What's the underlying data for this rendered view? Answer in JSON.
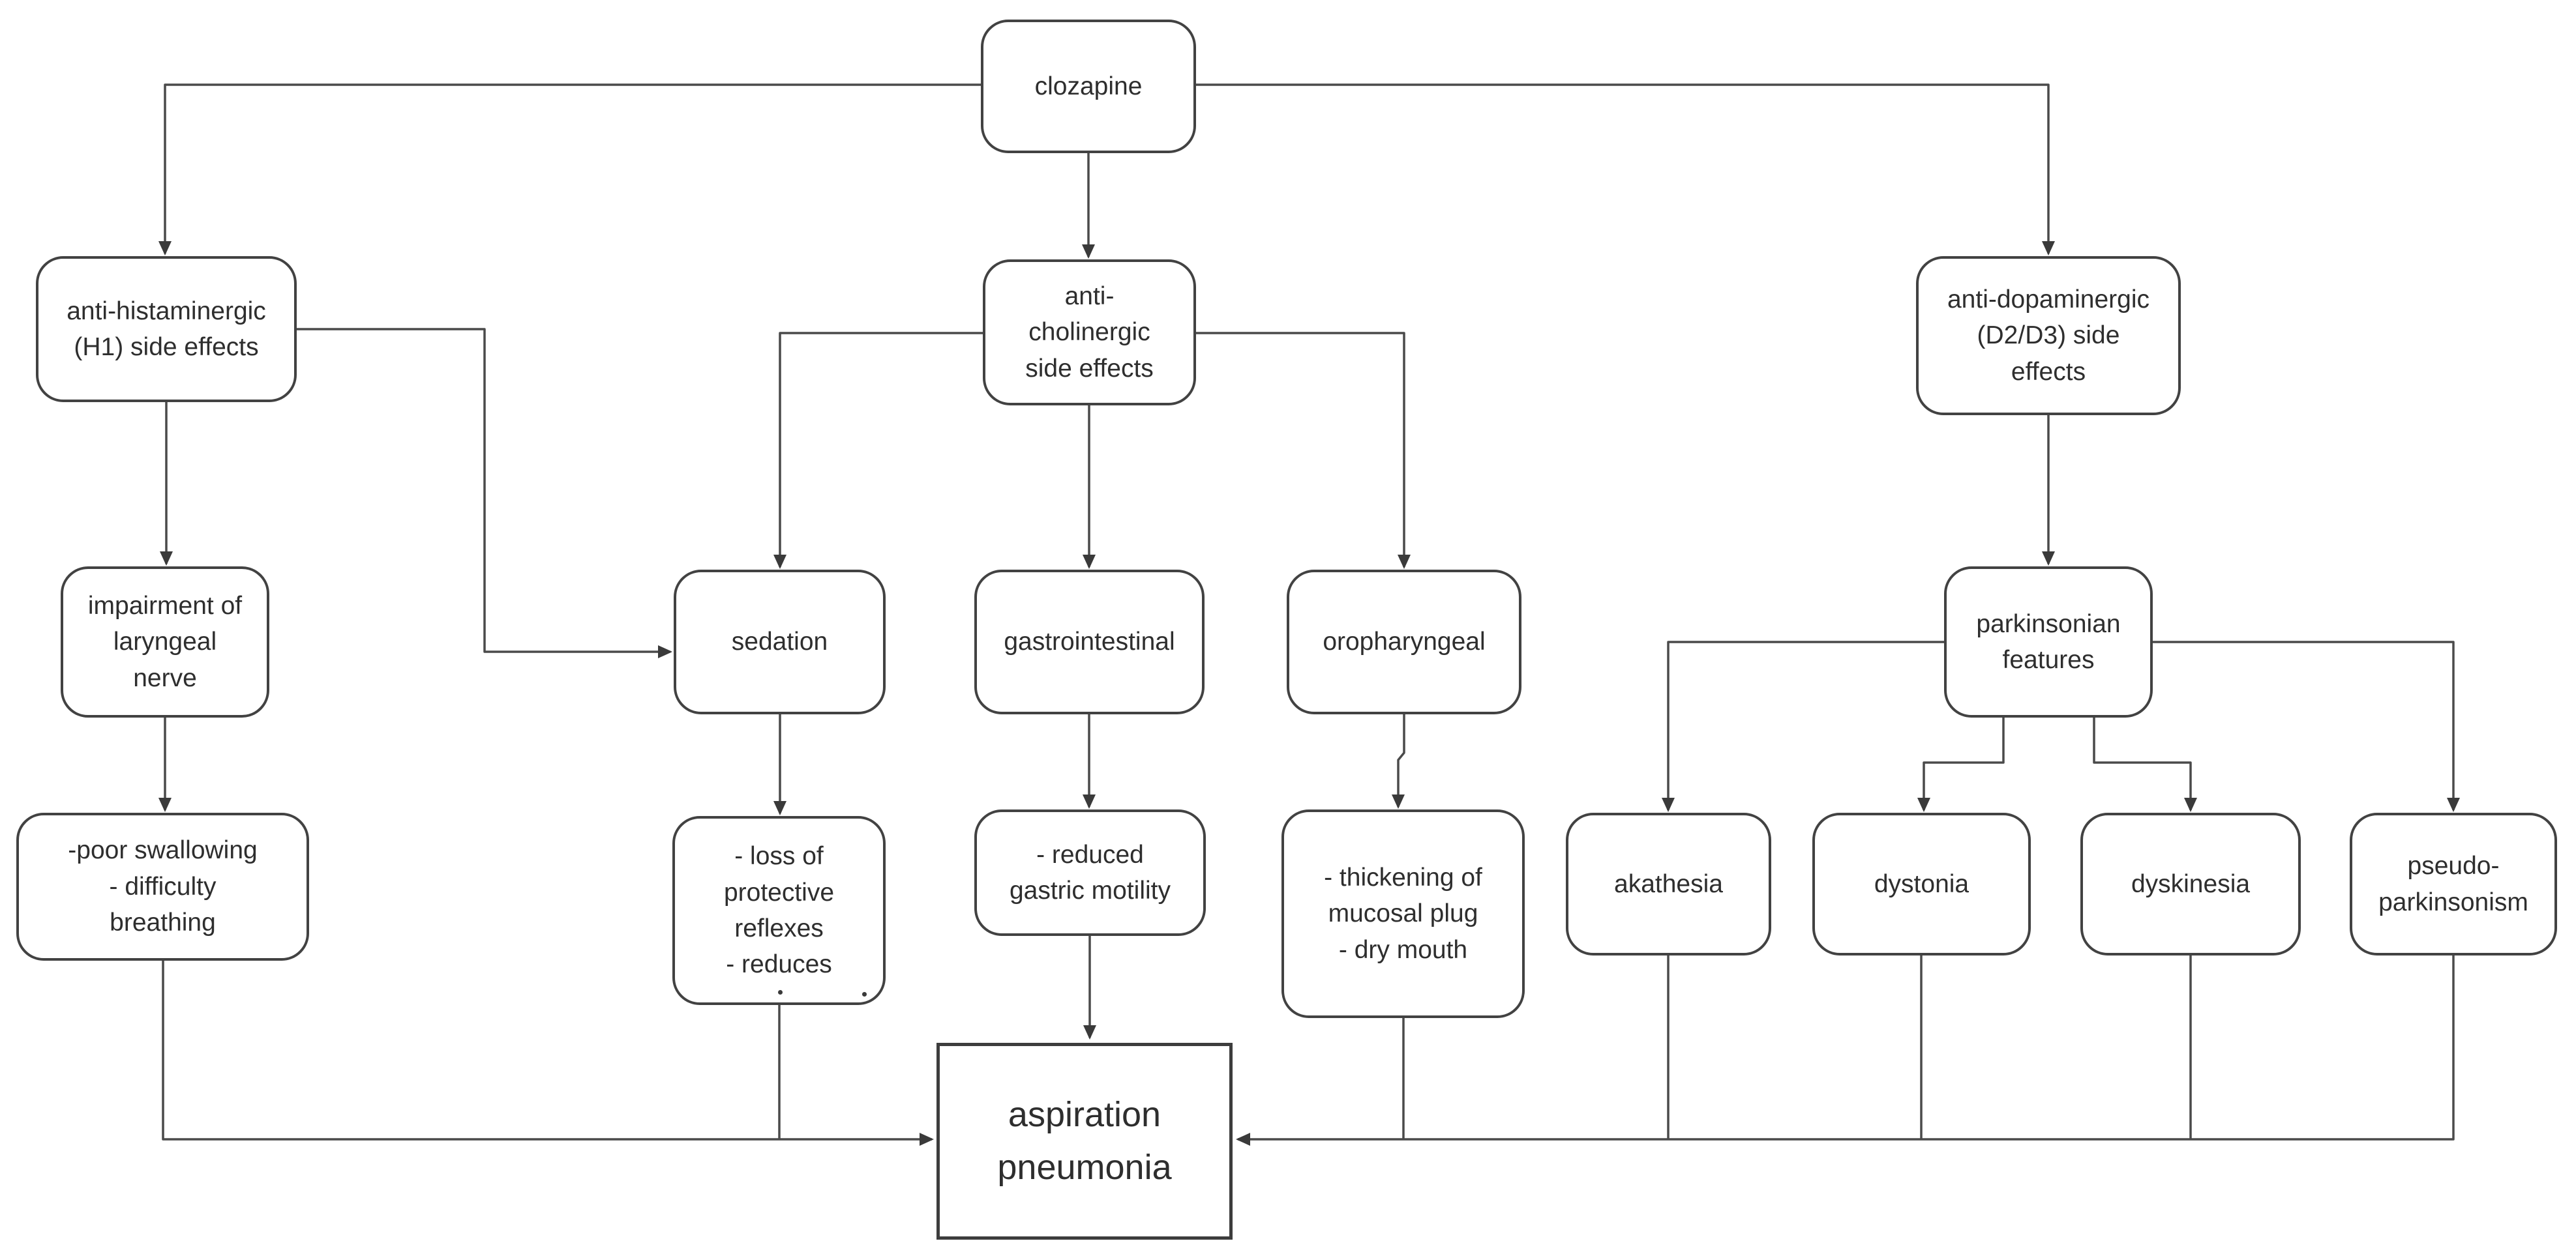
{
  "diagram": {
    "type": "flowchart",
    "topic": "clozapine side effects leading to aspiration pneumonia",
    "colors": {
      "background": "#ffffff",
      "node_border": "#424242",
      "edge_line": "#4a4a4a",
      "text": "#2e2e2e"
    },
    "nodes": {
      "clozapine": {
        "label": "clozapine"
      },
      "anti_histaminergic": {
        "label": "anti-histaminergic\n(H1) side effects"
      },
      "anti_cholinergic": {
        "label": "anti-\ncholinergic\nside effects"
      },
      "anti_dopaminergic": {
        "label": "anti-dopaminergic\n(D2/D3) side\neffects"
      },
      "impairment_laryngeal": {
        "label": "impairment of\nlaryngeal\nnerve"
      },
      "sedation": {
        "label": "sedation"
      },
      "gastrointestinal": {
        "label": "gastrointestinal"
      },
      "oropharyngeal": {
        "label": "oropharyngeal"
      },
      "parkinsonian_features": {
        "label": "parkinsonian\nfeatures"
      },
      "poor_swallowing": {
        "label": "-poor swallowing\n- difficulty\nbreathing"
      },
      "loss_protective_reflexes": {
        "label": "- loss of\nprotective\nreflexes\n- reduces"
      },
      "reduced_gastric_motility": {
        "label": "- reduced\ngastric motility"
      },
      "thickening_mucosal_plug": {
        "label": "- thickening of\nmucosal plug\n- dry mouth"
      },
      "akathesia": {
        "label": "akathesia"
      },
      "dystonia": {
        "label": "dystonia"
      },
      "dyskinesia": {
        "label": "dyskinesia"
      },
      "pseudo_parkinsonism": {
        "label": "pseudo-\nparkinsonism"
      },
      "aspiration_pneumonia": {
        "label": "aspiration\npneumonia"
      }
    },
    "edges": [
      {
        "from": "clozapine",
        "to": "anti_histaminergic"
      },
      {
        "from": "clozapine",
        "to": "anti_cholinergic"
      },
      {
        "from": "clozapine",
        "to": "anti_dopaminergic"
      },
      {
        "from": "anti_histaminergic",
        "to": "impairment_laryngeal"
      },
      {
        "from": "anti_histaminergic",
        "to": "sedation"
      },
      {
        "from": "anti_cholinergic",
        "to": "sedation"
      },
      {
        "from": "anti_cholinergic",
        "to": "gastrointestinal"
      },
      {
        "from": "anti_cholinergic",
        "to": "oropharyngeal"
      },
      {
        "from": "anti_dopaminergic",
        "to": "parkinsonian_features"
      },
      {
        "from": "impairment_laryngeal",
        "to": "poor_swallowing"
      },
      {
        "from": "sedation",
        "to": "loss_protective_reflexes"
      },
      {
        "from": "gastrointestinal",
        "to": "reduced_gastric_motility"
      },
      {
        "from": "oropharyngeal",
        "to": "thickening_mucosal_plug"
      },
      {
        "from": "parkinsonian_features",
        "to": "akathesia"
      },
      {
        "from": "parkinsonian_features",
        "to": "dystonia"
      },
      {
        "from": "parkinsonian_features",
        "to": "dyskinesia"
      },
      {
        "from": "parkinsonian_features",
        "to": "pseudo_parkinsonism"
      },
      {
        "from": "poor_swallowing",
        "to": "aspiration_pneumonia"
      },
      {
        "from": "loss_protective_reflexes",
        "to": "aspiration_pneumonia"
      },
      {
        "from": "reduced_gastric_motility",
        "to": "aspiration_pneumonia"
      },
      {
        "from": "thickening_mucosal_plug",
        "to": "aspiration_pneumonia"
      },
      {
        "from": "akathesia",
        "to": "aspiration_pneumonia"
      },
      {
        "from": "dystonia",
        "to": "aspiration_pneumonia"
      },
      {
        "from": "dyskinesia",
        "to": "aspiration_pneumonia"
      },
      {
        "from": "pseudo_parkinsonism",
        "to": "aspiration_pneumonia"
      }
    ]
  }
}
